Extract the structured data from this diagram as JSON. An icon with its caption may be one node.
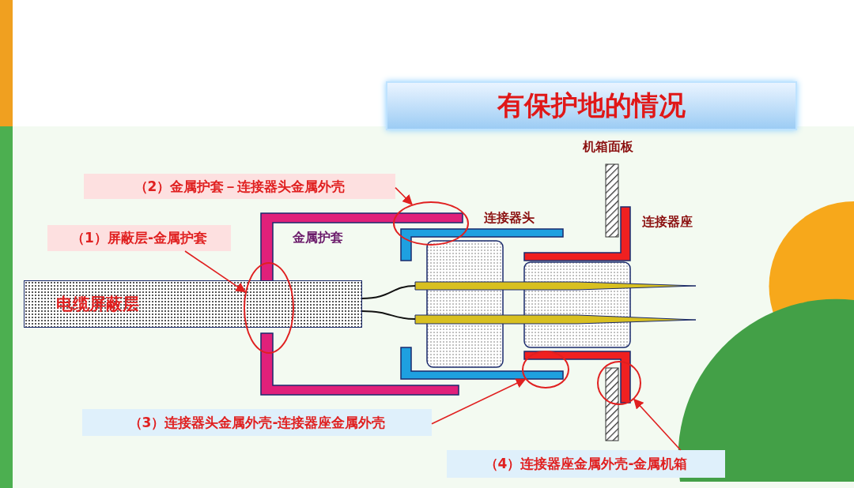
{
  "diagram": {
    "title": "有保护地的情况",
    "nodes": [
      {
        "text": [
          "（1）屏蔽层-金属护套"
        ]
      },
      {
        "text": [],
        "shape": "circle"
      },
      {
        "text": [
          "（2）金属护套－连接器头金属外壳"
        ]
      },
      {
        "text": [],
        "shape": "circle"
      },
      {
        "text": [
          "（3）连接器头金属外壳-连接器座金属外壳"
        ]
      },
      {
        "text": [],
        "shape": "circle"
      },
      {
        "text": [
          "（4）连接器座金属外壳-金属机箱"
        ]
      },
      {
        "text": [],
        "shape": "circle"
      },
      {
        "text": [
          "电缆屏蔽层"
        ]
      }
    ],
    "edges": [
      {
        "from": 0,
        "to": 1,
        "arrow": "to"
      },
      {
        "from": 2,
        "to": 3,
        "arrow": "to"
      },
      {
        "from": 4,
        "to": 5,
        "arrow": "to"
      },
      {
        "from": 6,
        "to": 7,
        "arrow": "to"
      }
    ],
    "labels": [
      "机箱面板",
      "连接器头",
      "连接器座",
      "金属护套"
    ]
  }
}
